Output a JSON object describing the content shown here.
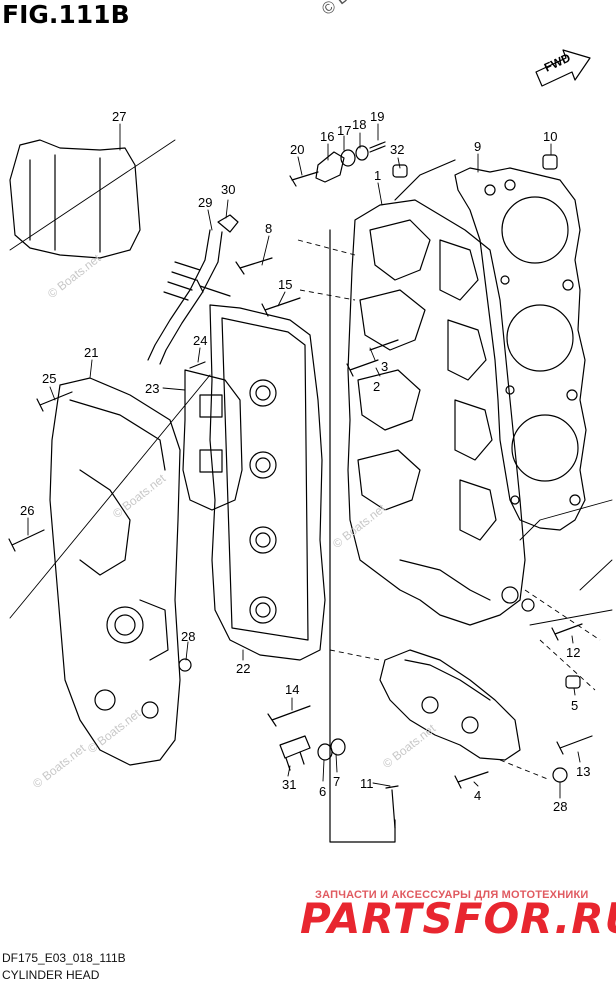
{
  "header": {
    "fig_title": "FIG.111B",
    "copyright": "© Boats.net"
  },
  "footer": {
    "code": "DF175_E03_018_111B",
    "name": "CYLINDER HEAD"
  },
  "brand": {
    "tagline": "ЗАПЧАСТИ И АКСЕССУАРЫ ДЛЯ МОТОТЕХНИКИ",
    "logo": "PARTSFOR.RU",
    "colors": {
      "logo": "#e8262f",
      "tagline": "#e05a60"
    }
  },
  "fwd_arrow": {
    "label": "FWD"
  },
  "watermark": "© Boats.net",
  "callouts": [
    "27",
    "30",
    "29",
    "8",
    "15",
    "16",
    "17",
    "18",
    "19",
    "20",
    "32",
    "1",
    "9",
    "10",
    "21",
    "25",
    "26",
    "24",
    "23",
    "3",
    "2",
    "22",
    "28",
    "14",
    "31",
    "6",
    "7",
    "11",
    "4",
    "12",
    "5",
    "13",
    "28"
  ]
}
